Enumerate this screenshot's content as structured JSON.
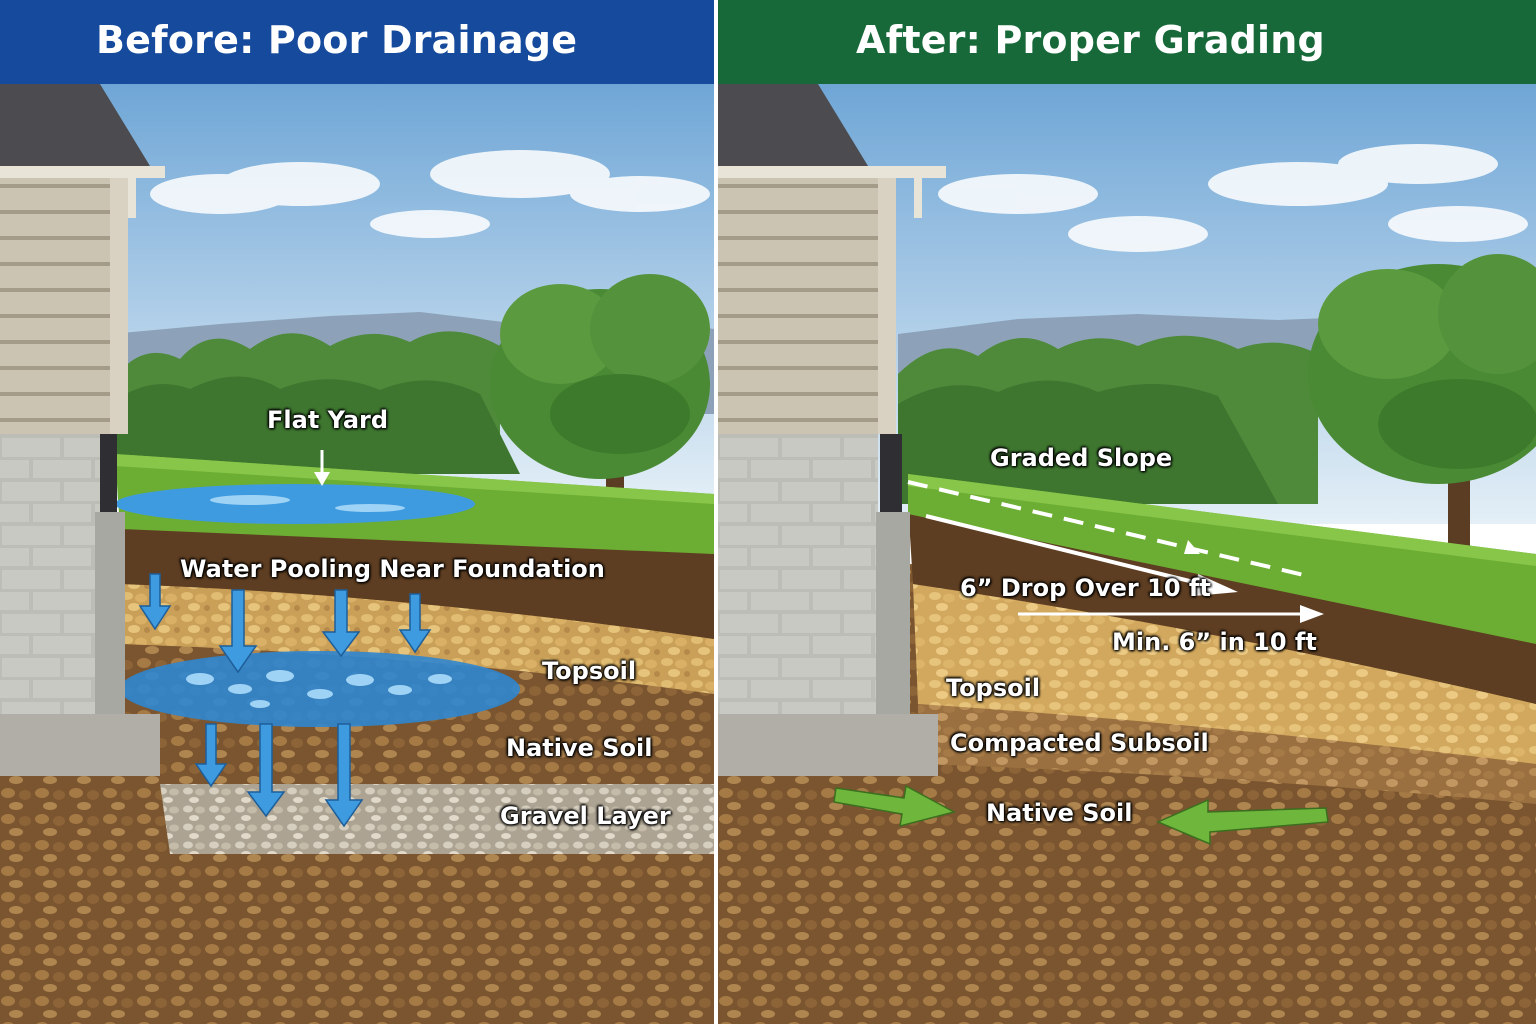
{
  "colors": {
    "before_header": "#164a9c",
    "after_header": "#17693a",
    "water": "#3f9be0",
    "arrow_green": "#6fb63c",
    "grass": "#6cae33",
    "sky_top": "#6fa6d6",
    "sky_bottom": "#e4eff7"
  },
  "before": {
    "title": "Before: Poor Drainage",
    "labels": {
      "flat_yard": "Flat Yard",
      "water_pooling": "Water Pooling Near Foundation",
      "topsoil": "Topsoil",
      "native_soil": "Native Soil",
      "gravel_layer": "Gravel Layer"
    },
    "icons": [
      "house-icon",
      "water-arrow-icon",
      "puddle-icon",
      "tree-icon"
    ]
  },
  "after": {
    "title": "After: Proper Grading",
    "labels": {
      "graded_slope": "Graded Slope",
      "drop": "6” Drop Over 10 ft",
      "min": "Min. 6” in 10 ft",
      "topsoil": "Topsoil",
      "compacted_subsoil": "Compacted Subsoil",
      "native_soil": "Native Soil"
    },
    "icons": [
      "house-icon",
      "slope-arrow-icon",
      "green-arrow-icon",
      "tree-icon"
    ]
  }
}
